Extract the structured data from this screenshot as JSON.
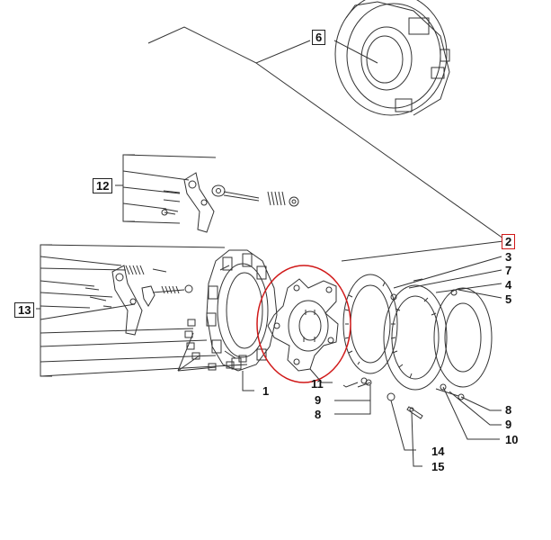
{
  "callouts": {
    "c1": "1",
    "c2": "2",
    "c3": "3",
    "c4": "4",
    "c5": "5",
    "c6": "6",
    "c7": "7",
    "c8a": "8",
    "c8b": "8",
    "c9a": "9",
    "c9b": "9",
    "c10": "10",
    "c11": "11",
    "c12": "12",
    "c13": "13",
    "c14": "14",
    "c15": "15"
  },
  "colors": {
    "line": "#333333",
    "highlight_circle": "#d01818",
    "highlight_box": "#d01818"
  },
  "highlighted_part": "2"
}
